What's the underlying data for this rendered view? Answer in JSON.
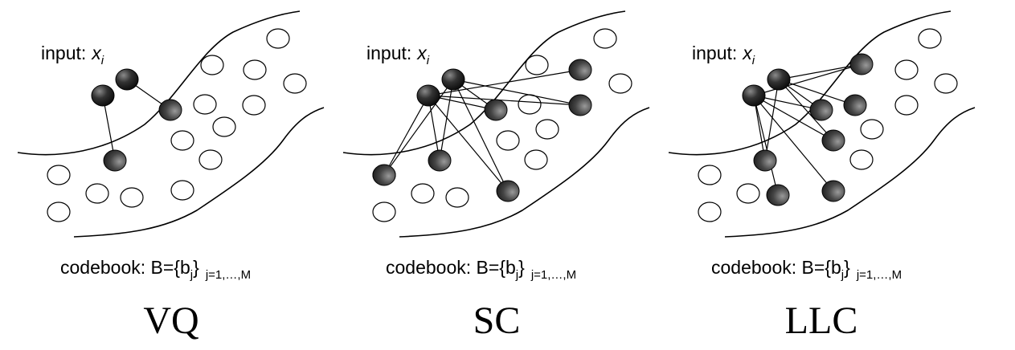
{
  "panels": [
    {
      "key": "vq",
      "title": "VQ",
      "input_prefix": "input:",
      "input_var": "x",
      "input_sub": "i",
      "codebook_prefix": "codebook: B={b",
      "codebook_sub": "j",
      "codebook_close": "}",
      "codebook_range": "j=1,…,M"
    },
    {
      "key": "sc",
      "title": "SC",
      "input_prefix": "input:",
      "input_var": "x",
      "input_sub": "i",
      "codebook_prefix": "codebook: B={b",
      "codebook_sub": "j",
      "codebook_close": "}",
      "codebook_range": "j=1,…,M"
    },
    {
      "key": "llc",
      "title": "LLC",
      "input_prefix": "input:",
      "input_var": "x",
      "input_sub": "i",
      "codebook_prefix": "codebook: B={b",
      "codebook_sub": "j",
      "codebook_close": "}",
      "codebook_range": "j=1,…,M"
    }
  ],
  "colors": {
    "input_point": "#1c1c1c",
    "selected_codeword": "#3a3a3a",
    "unselected_codeword": "#ffffff",
    "edge": "#000000"
  }
}
